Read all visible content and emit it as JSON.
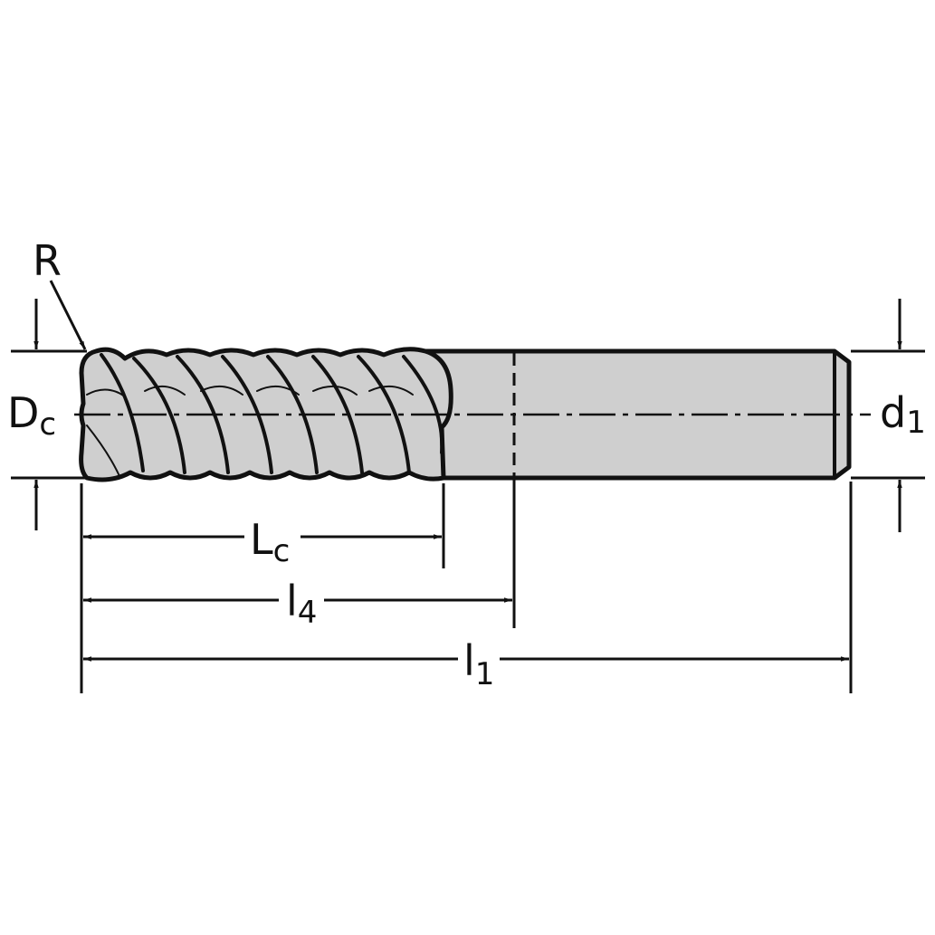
{
  "diagram": {
    "labels": {
      "radius": "R",
      "cutting_diameter": {
        "main": "D",
        "sub": "c"
      },
      "shank_diameter": {
        "main": "d",
        "sub": "1"
      },
      "cutting_length": {
        "main": "L",
        "sub": "c"
      },
      "usable_length": {
        "main": "l",
        "sub": "4"
      },
      "overall_length": {
        "main": "l",
        "sub": "1"
      }
    },
    "colors": {
      "tool_fill": "#cfcfcf",
      "line": "#111111",
      "background": "#ffffff"
    }
  }
}
